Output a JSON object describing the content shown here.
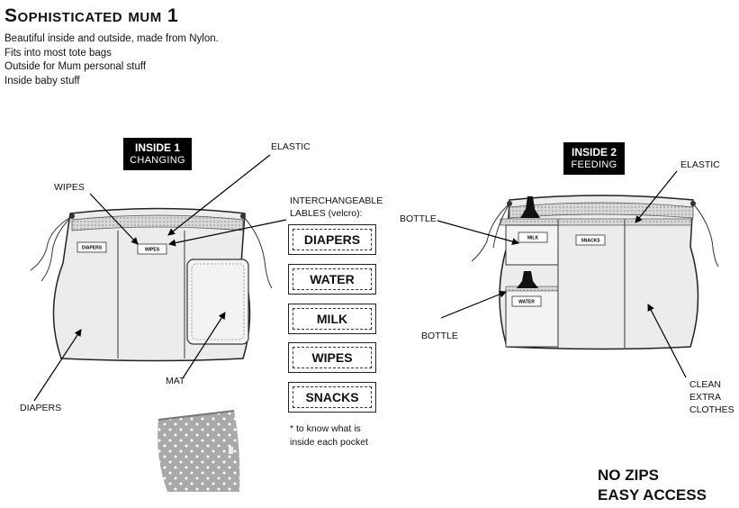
{
  "header": {
    "title": "Sophisticated mum 1",
    "description": [
      "Beautiful inside and outside, made from Nylon.",
      "Fits into most tote bags",
      "Outside for Mum personal stuff",
      "Inside baby stuff"
    ]
  },
  "inside1": {
    "tag_title": "INSIDE 1",
    "tag_subtitle": "CHANGING",
    "labels": {
      "elastic": "ELASTIC",
      "wipes": "WIPES",
      "diapers": "DIAPERS",
      "mat": "MAT"
    },
    "pocket_labels": [
      "DIAPERS",
      "WIPES"
    ]
  },
  "interchangeable": {
    "heading_line1": "INTERCHANGEABLE",
    "heading_line2": "LABLES (velcro):",
    "labels": [
      "DIAPERS",
      "WATER",
      "MILK",
      "WIPES",
      "SNACKS"
    ],
    "note_line1": "* to know what is",
    "note_line2": "inside each pocket"
  },
  "inside2": {
    "tag_title": "INSIDE 2",
    "tag_subtitle": "FEEDING",
    "labels": {
      "elastic": "ELASTIC",
      "bottle_top": "BOTTLE",
      "bottle_bottom": "BOTTLE",
      "clean_line1": "CLEAN",
      "clean_line2": "EXTRA",
      "clean_line3": "CLOTHES"
    },
    "pocket_labels": [
      "MILK",
      "WATER",
      "SNACKS"
    ]
  },
  "footer": {
    "line1": "NO ZIPS",
    "line2": "EASY ACCESS"
  }
}
